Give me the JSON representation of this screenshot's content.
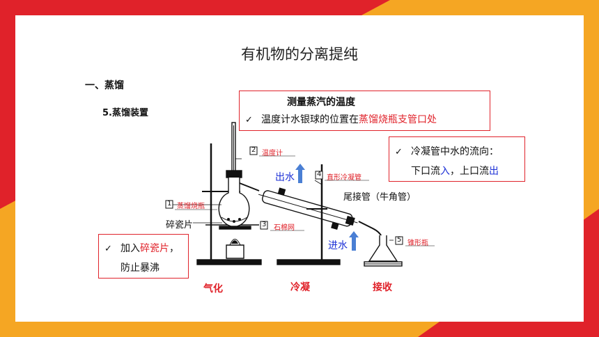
{
  "title": "有机物的分离提纯",
  "heading1": "一、蒸馏",
  "heading2": "5.蒸馏装置",
  "top_box": {
    "title": "测量蒸汽的温度",
    "check": "✓",
    "text_a": "温度计水银球的位置在",
    "text_b": "蒸馏烧瓶支管口处"
  },
  "right_box": {
    "check": "✓",
    "line1": "冷凝管中水的流向：",
    "line2_a": "下口流",
    "line2_b": "入",
    "line2_c": "，",
    "line2_d": "上口流",
    "line2_e": "出"
  },
  "left_box": {
    "check": "✓",
    "line1_a": "加入",
    "line1_b": "碎瓷片",
    "line1_c": "，",
    "line2": "防止暴沸"
  },
  "labels": {
    "n1": "1",
    "n2": "2",
    "n3": "3",
    "n4": "4",
    "n5": "5",
    "thermometer": "温度计",
    "flask": "蒸馏烧瓶",
    "gauze": "石棉网",
    "condenser": "直形冷凝管",
    "receiver": "锥形瓶",
    "chips": "碎瓷片",
    "adapter": "尾接管（牛角管）",
    "water_out": "出水",
    "water_in": "进水"
  },
  "stages": {
    "s1": "气化",
    "s2": "冷凝",
    "s3": "接收"
  },
  "colors": {
    "accent_red": "#e0222a",
    "accent_orange": "#f5a623",
    "blue_text": "#1b2fd6",
    "arrow_blue": "#4a7fd4"
  }
}
